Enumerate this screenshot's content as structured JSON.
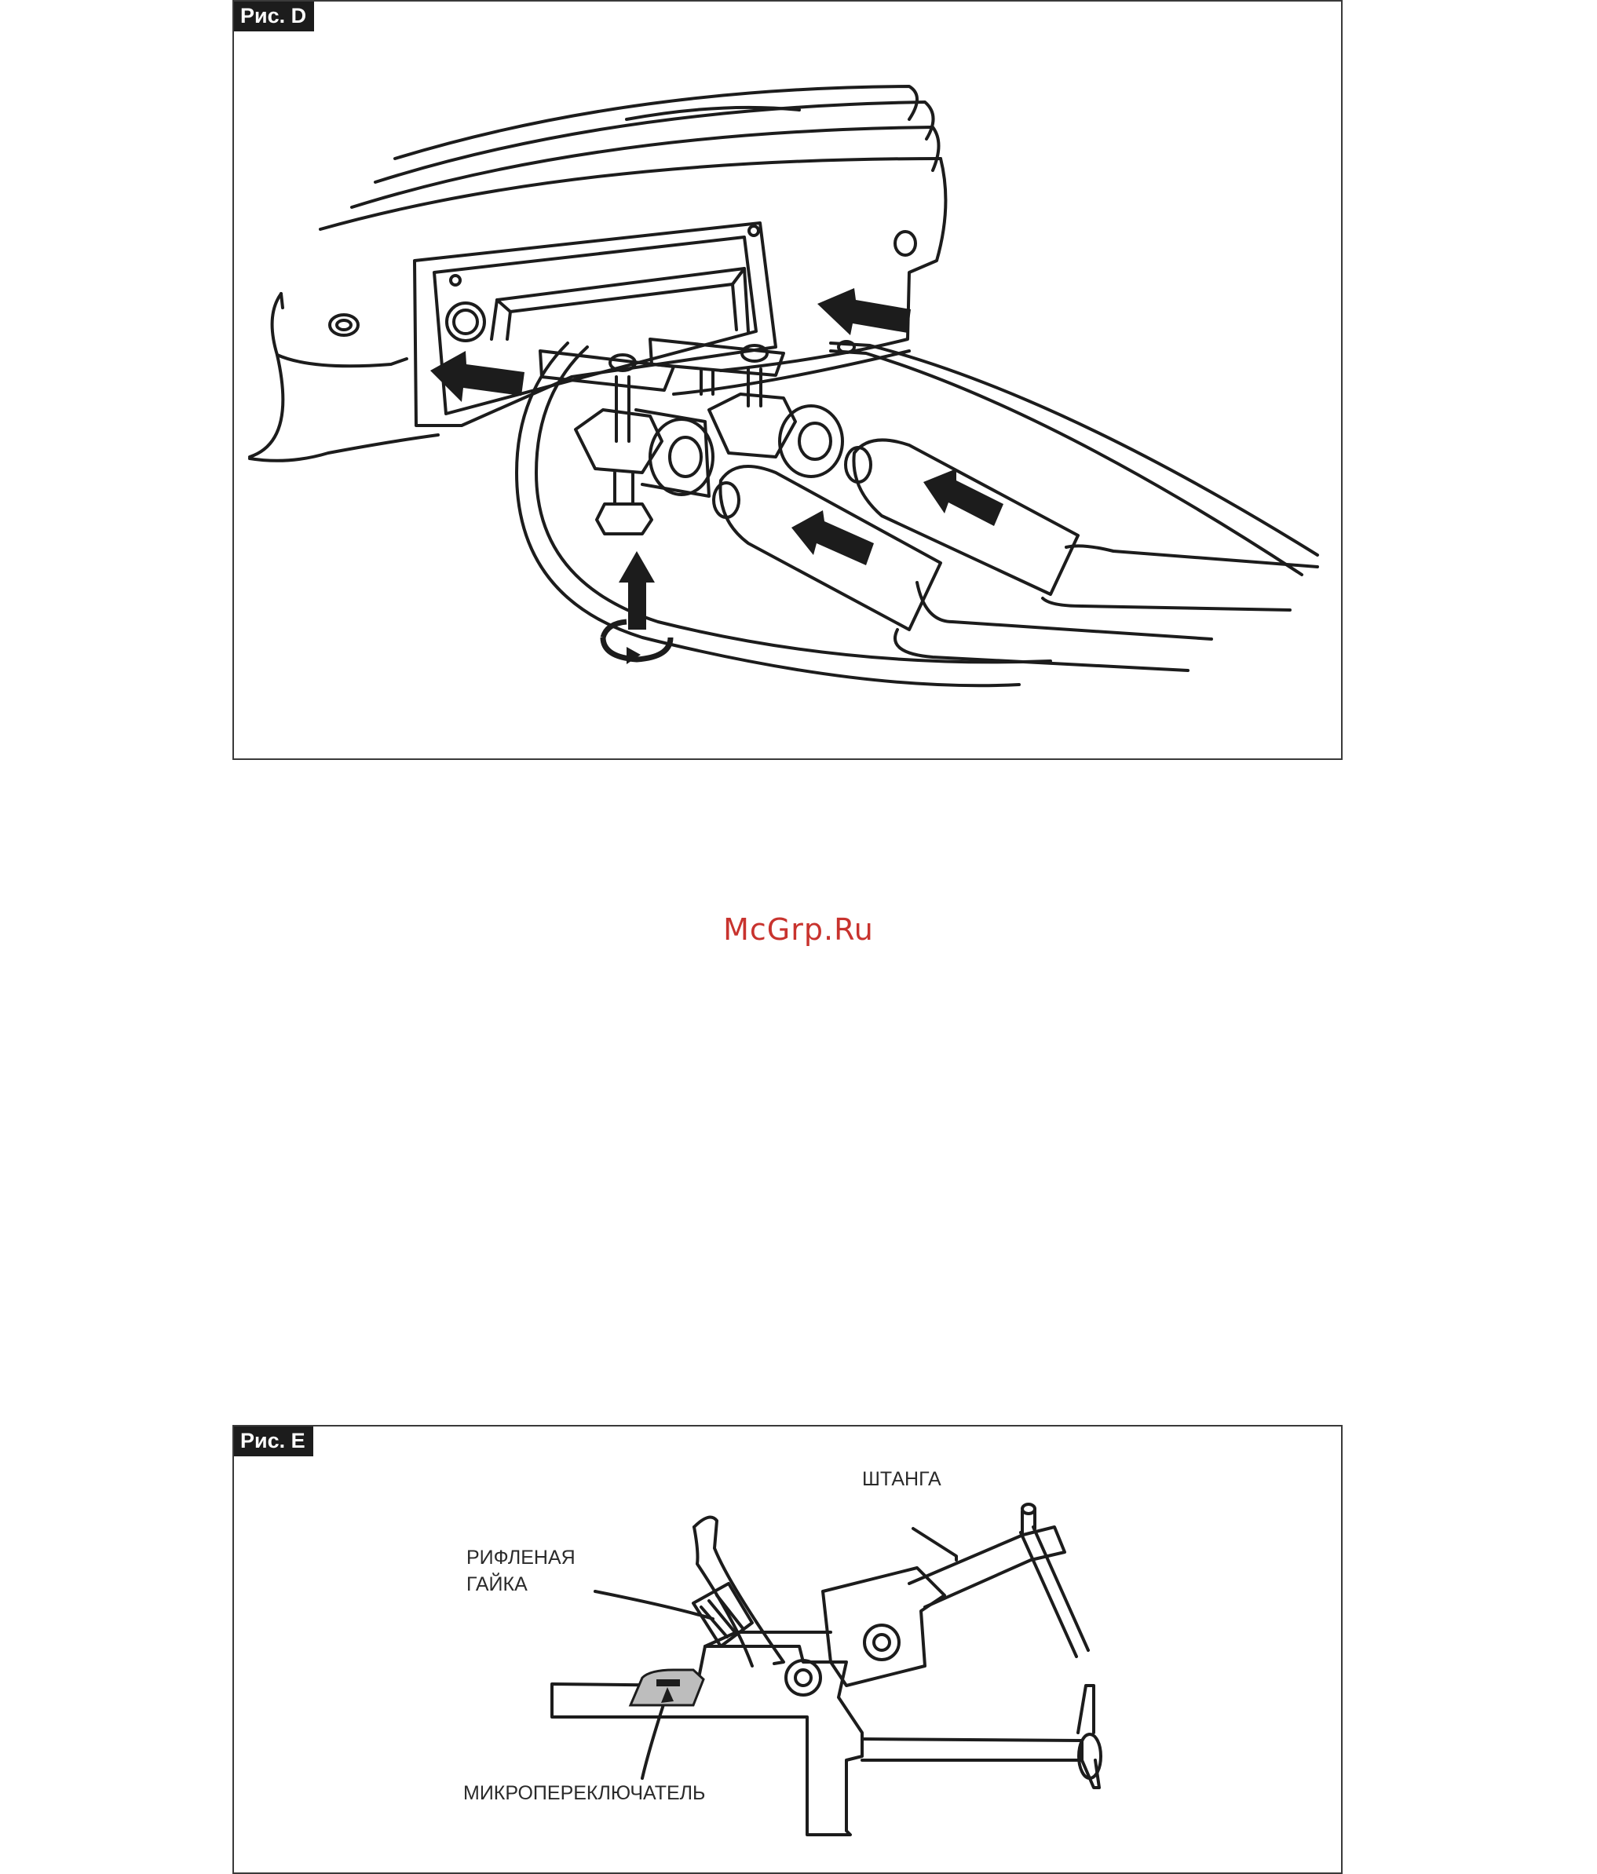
{
  "figure_d": {
    "label": "Рис. D"
  },
  "watermark": "McGrp.Ru",
  "figure_e": {
    "label": "Рис. E",
    "callouts": {
      "rod": "ШТАНГА",
      "knurled_nut_line1": "РИФЛЕНАЯ",
      "knurled_nut_line2": "ГАЙКА",
      "microswitch": "МИКРОПЕРЕКЛЮЧАТЕЛЬ"
    }
  },
  "colors": {
    "ink": "#1c1c1c",
    "frame": "#3a3a3a",
    "watermark": "#c8332e",
    "switch_fill": "#bdbdbd"
  }
}
